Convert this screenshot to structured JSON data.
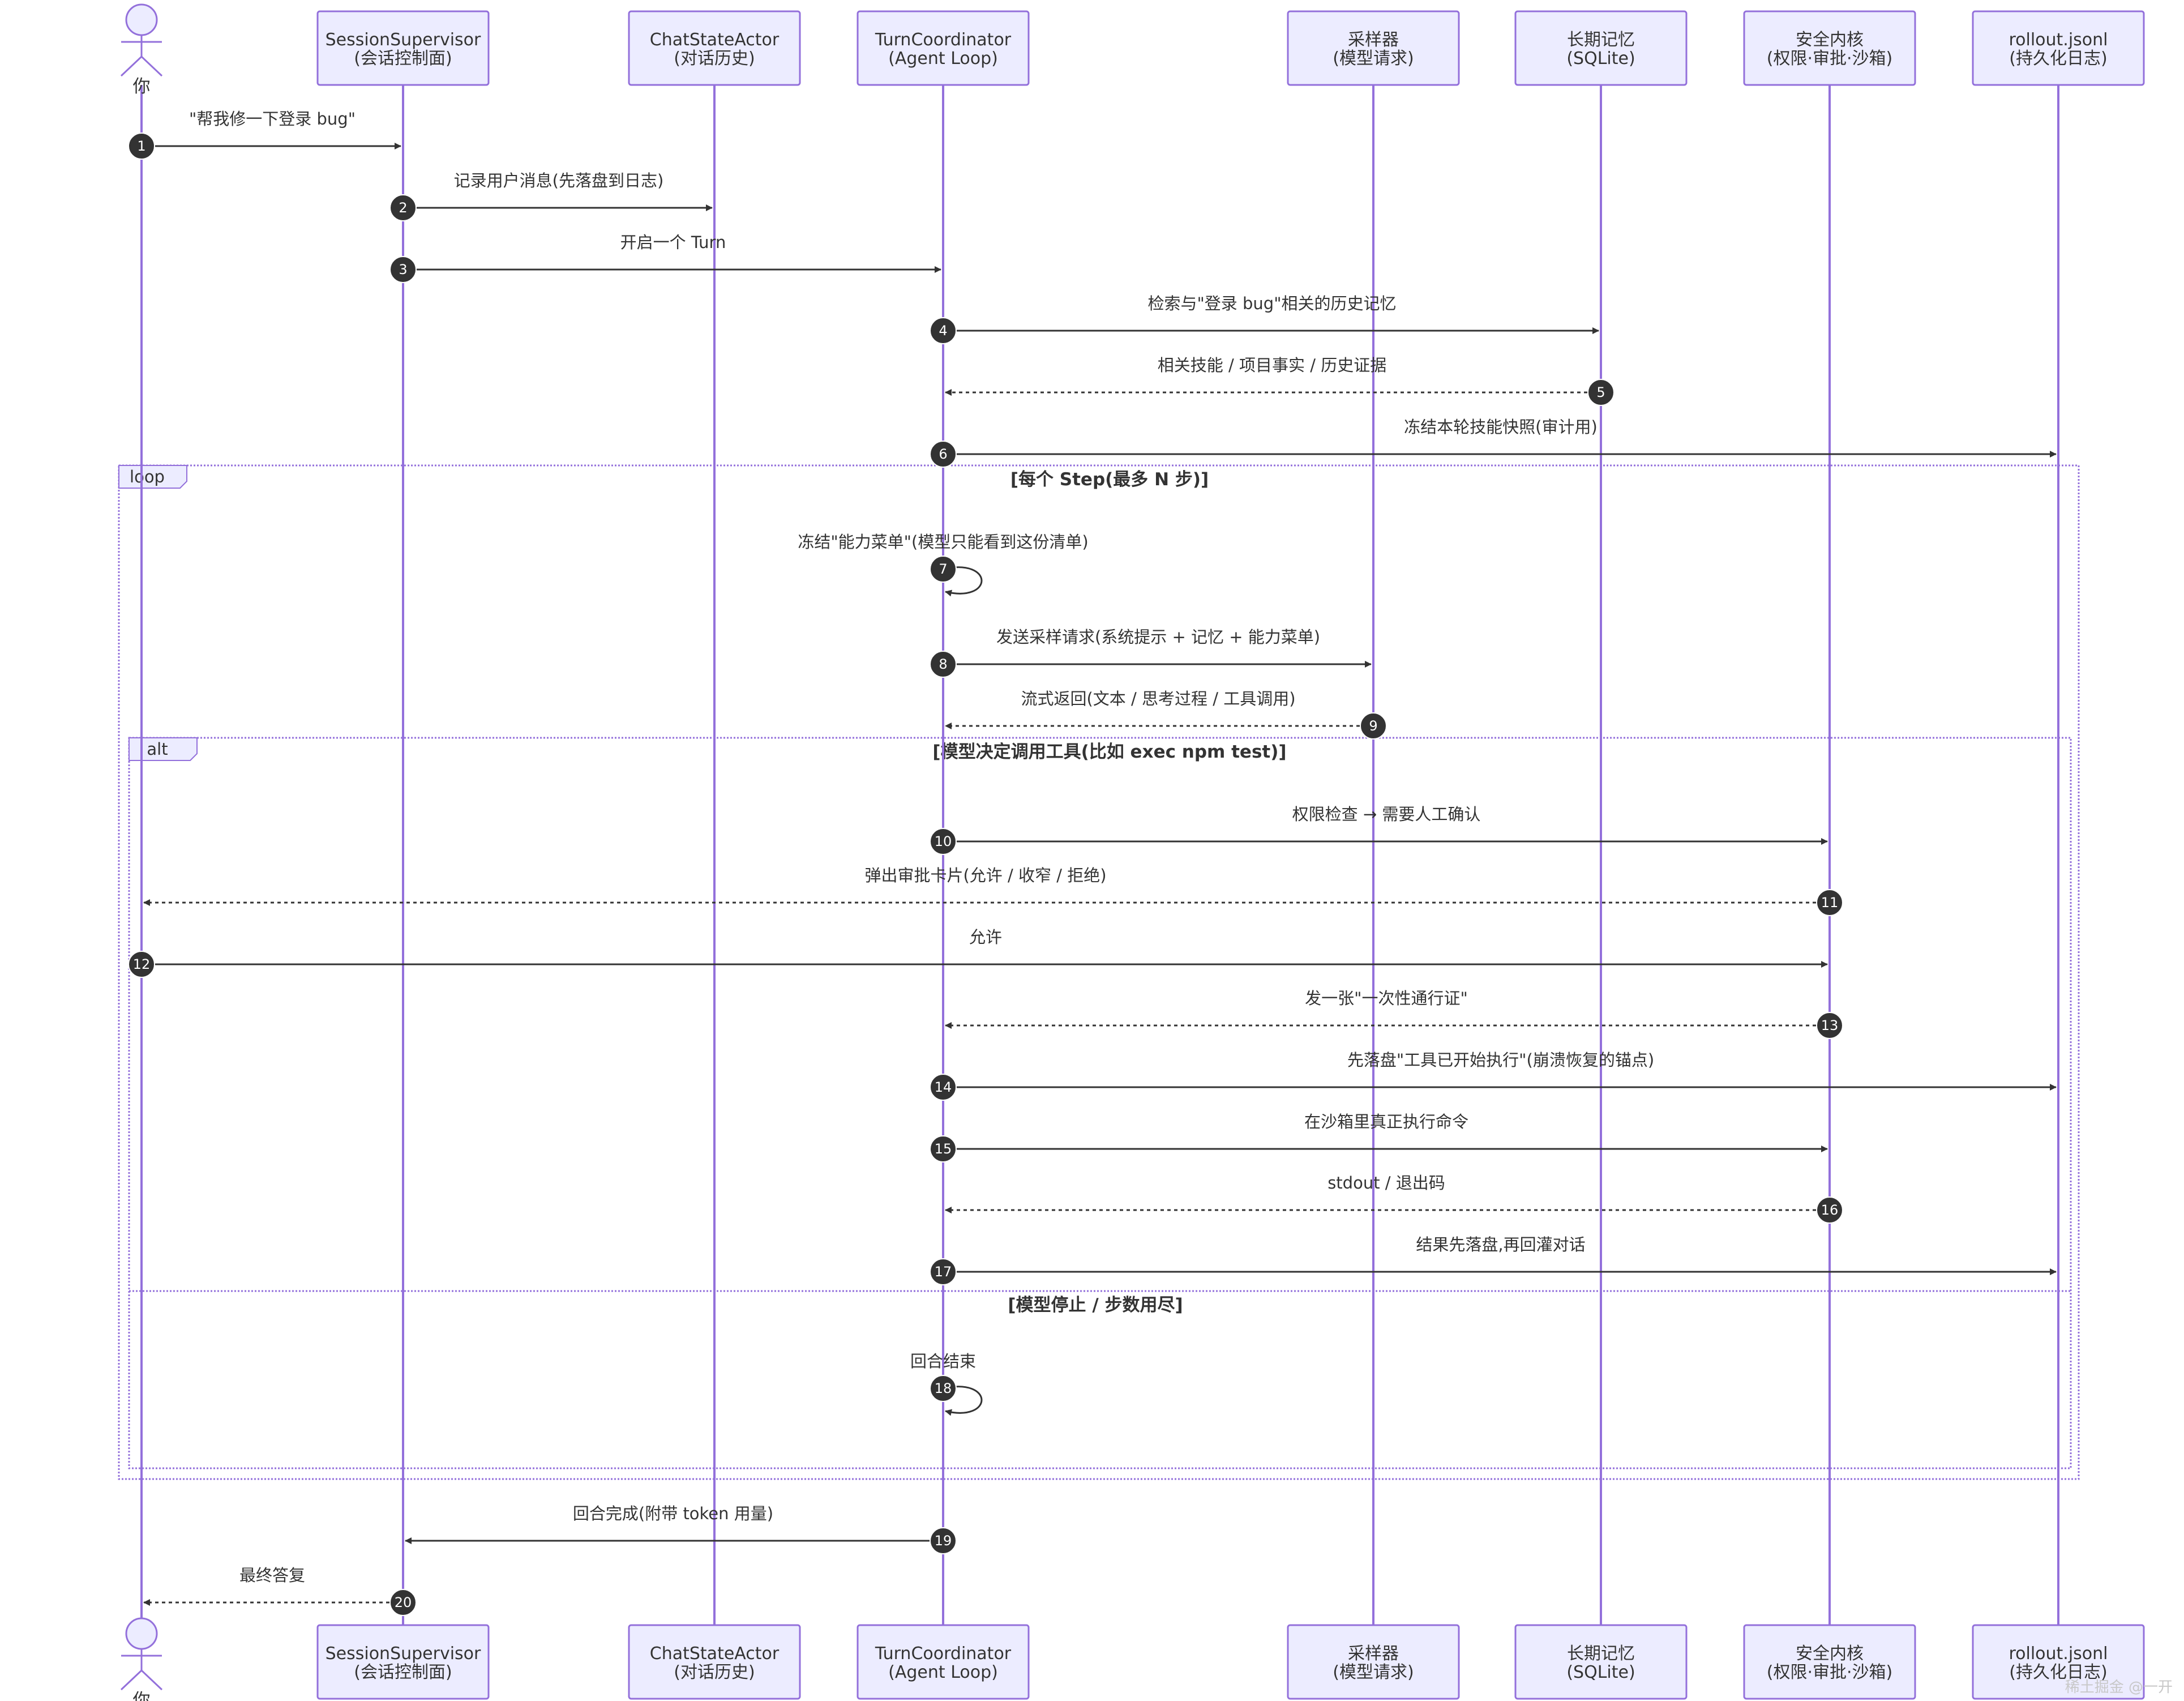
{
  "colors": {
    "lifeline": "#9370DB",
    "box_fill": "#ECECFF",
    "box_stroke": "#9370DB",
    "arrow": "#333333",
    "number_badge": "#333333",
    "frame": "#9370DB"
  },
  "participants": [
    {
      "id": "you",
      "kind": "actor",
      "name": "你"
    },
    {
      "id": "supervisor",
      "kind": "box",
      "name": "SessionSupervisor",
      "sub": "(会话控制面)"
    },
    {
      "id": "chatstate",
      "kind": "box",
      "name": "ChatStateActor",
      "sub": "(对话历史)"
    },
    {
      "id": "turn",
      "kind": "box",
      "name": "TurnCoordinator",
      "sub": "(Agent Loop)"
    },
    {
      "id": "sampler",
      "kind": "box",
      "name": "采样器",
      "sub": "(模型请求)"
    },
    {
      "id": "memory",
      "kind": "box",
      "name": "长期记忆",
      "sub": "(SQLite)"
    },
    {
      "id": "security",
      "kind": "box",
      "name": "安全内核",
      "sub": "(权限·审批·沙箱)"
    },
    {
      "id": "rollout",
      "kind": "box",
      "name": "rollout.jsonl",
      "sub": "(持久化日志)"
    }
  ],
  "messages": [
    {
      "n": "1",
      "from": "you",
      "to": "supervisor",
      "label": "\"帮我修一下登录 bug\"",
      "style": "solid"
    },
    {
      "n": "2",
      "from": "supervisor",
      "to": "chatstate",
      "label": "记录用户消息(先落盘到日志)",
      "style": "solid"
    },
    {
      "n": "3",
      "from": "supervisor",
      "to": "turn",
      "label": "开启一个 Turn",
      "style": "solid"
    },
    {
      "n": "4",
      "from": "turn",
      "to": "memory",
      "label": "检索与\"登录 bug\"相关的历史记忆",
      "style": "solid"
    },
    {
      "n": "5",
      "from": "memory",
      "to": "turn",
      "label": "相关技能 / 项目事实 / 历史证据",
      "style": "dashed"
    },
    {
      "n": "6",
      "from": "turn",
      "to": "rollout",
      "label": "冻结本轮技能快照(审计用)",
      "style": "solid"
    },
    {
      "n": "7",
      "from": "turn",
      "to": "turn",
      "label": "冻结\"能力菜单\"(模型只能看到这份清单)",
      "style": "solid"
    },
    {
      "n": "8",
      "from": "turn",
      "to": "sampler",
      "label": "发送采样请求(系统提示 + 记忆 + 能力菜单)",
      "style": "solid"
    },
    {
      "n": "9",
      "from": "sampler",
      "to": "turn",
      "label": "流式返回(文本 / 思考过程 / 工具调用)",
      "style": "dashed"
    },
    {
      "n": "10",
      "from": "turn",
      "to": "security",
      "label": "权限检查 → 需要人工确认",
      "style": "solid"
    },
    {
      "n": "11",
      "from": "security",
      "to": "you",
      "label": "弹出审批卡片(允许 / 收窄 / 拒绝)",
      "style": "dashed"
    },
    {
      "n": "12",
      "from": "you",
      "to": "security",
      "label": "允许",
      "style": "solid"
    },
    {
      "n": "13",
      "from": "security",
      "to": "turn",
      "label": "发一张\"一次性通行证\"",
      "style": "dashed"
    },
    {
      "n": "14",
      "from": "turn",
      "to": "rollout",
      "label": "先落盘\"工具已开始执行\"(崩溃恢复的锚点)",
      "style": "solid"
    },
    {
      "n": "15",
      "from": "turn",
      "to": "security",
      "label": "在沙箱里真正执行命令",
      "style": "solid"
    },
    {
      "n": "16",
      "from": "security",
      "to": "turn",
      "label": "stdout / 退出码",
      "style": "dashed"
    },
    {
      "n": "17",
      "from": "turn",
      "to": "rollout",
      "label": "结果先落盘,再回灌对话",
      "style": "solid"
    },
    {
      "n": "18",
      "from": "turn",
      "to": "turn",
      "label": "回合结束",
      "style": "solid"
    },
    {
      "n": "19",
      "from": "turn",
      "to": "supervisor",
      "label": "回合完成(附带 token 用量)",
      "style": "solid"
    },
    {
      "n": "20",
      "from": "supervisor",
      "to": "you",
      "label": "最终答复",
      "style": "dashed"
    }
  ],
  "frames": [
    {
      "id": "loop",
      "tag": "loop",
      "condition": "[每个 Step(最多 N 步)]"
    },
    {
      "id": "alt",
      "tag": "alt",
      "condition": "[模型决定调用工具(比如 exec npm test)]",
      "else_condition": "[模型停止 / 步数用尽]"
    }
  ],
  "watermark": "稀土掘金 @一开"
}
